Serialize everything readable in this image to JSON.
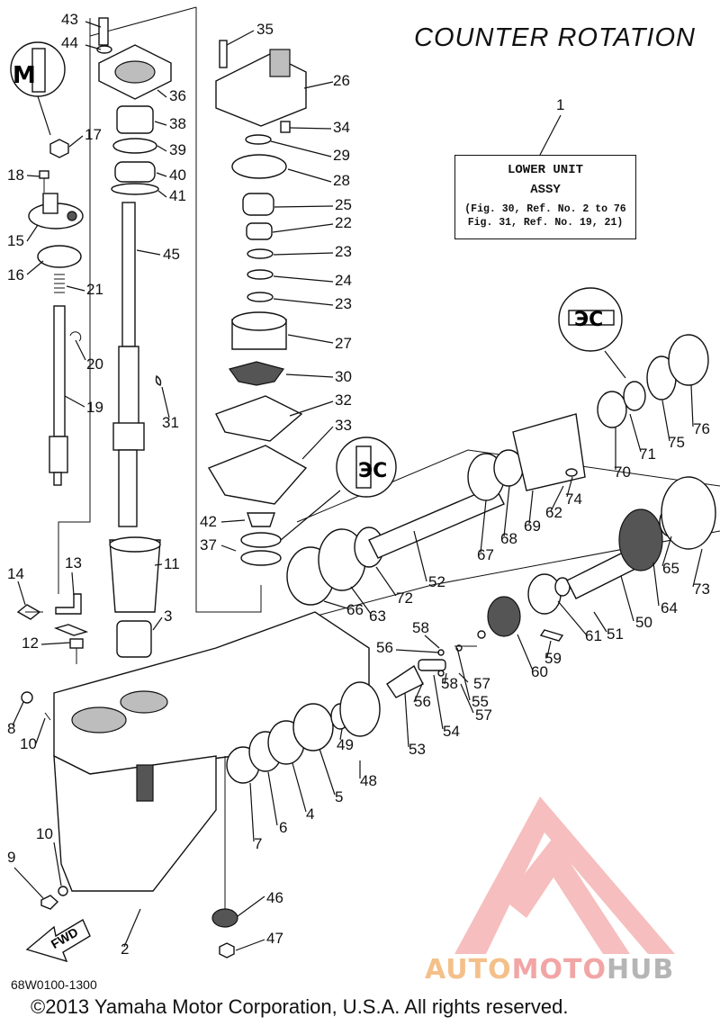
{
  "title": "COUNTER ROTATION",
  "assembly": {
    "ref": "1",
    "line1": "LOWER UNIT",
    "line2": "ASSY",
    "line3": "(Fig. 30, Ref. No. 2 to 76",
    "line4": "Fig. 31, Ref. No. 19, 21)"
  },
  "symbols": {
    "m_mark": "M",
    "cc_mark_left": "ЭC",
    "cc_mark_right": "ЭC"
  },
  "fwd_label": "FWD",
  "figure_code": "68W0100-1300",
  "copyright": "©2013 Yamaha Motor Corporation, U.S.A. All rights reserved.",
  "watermark": {
    "part1": "AUTO",
    "part2": "MOTO",
    "part3": "HUB"
  },
  "watermark_colors": {
    "auto": "#f4c08a",
    "moto": "#f2a5a5",
    "hub": "#b5b5b5",
    "logo": "#f08a8a"
  },
  "part_numbers": [
    "43",
    "44",
    "35",
    "26",
    "36",
    "38",
    "39",
    "40",
    "41",
    "34",
    "29",
    "28",
    "17",
    "18",
    "15",
    "16",
    "21",
    "20",
    "19",
    "45",
    "25",
    "22",
    "23",
    "24",
    "23",
    "27",
    "30",
    "31",
    "32",
    "33",
    "42",
    "37",
    "11",
    "3",
    "14",
    "13",
    "12",
    "8",
    "10",
    "10",
    "9",
    "2",
    "46",
    "47",
    "7",
    "6",
    "4",
    "5",
    "48",
    "49",
    "53",
    "54",
    "55",
    "56",
    "56",
    "57",
    "57",
    "58",
    "58",
    "59",
    "60",
    "61",
    "51",
    "50",
    "64",
    "65",
    "73",
    "52",
    "63",
    "66",
    "72",
    "67",
    "68",
    "69",
    "62",
    "70",
    "74",
    "71",
    "75",
    "76"
  ]
}
